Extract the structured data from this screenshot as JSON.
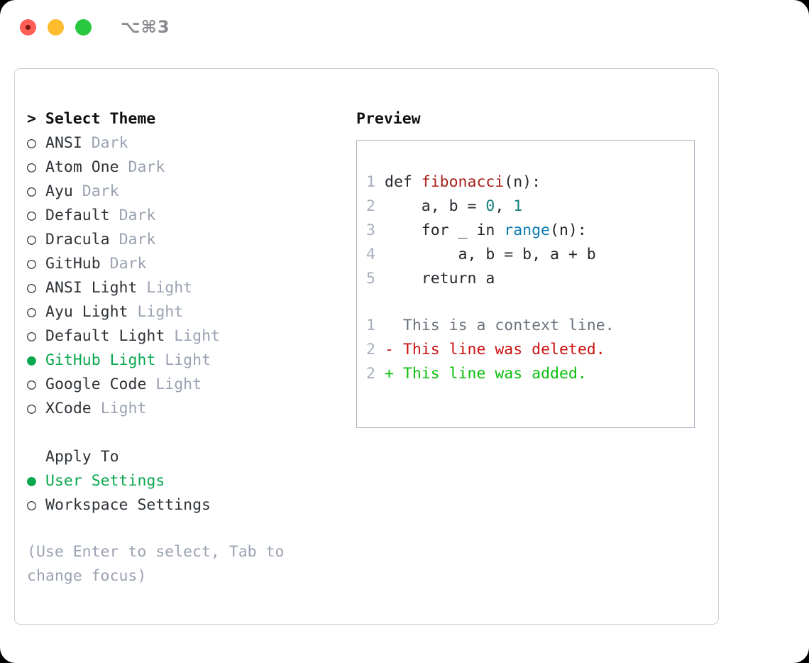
{
  "window": {
    "title_shortcut": "⌥⌘3",
    "traffic_lights": [
      "close",
      "minimize",
      "maximize"
    ]
  },
  "colors": {
    "selected_green": "#09A84E",
    "muted_gray": "#9AA2B1",
    "text": "#2E3338",
    "line_number": "#A6AEBC",
    "diff_delete": "#CC1111",
    "diff_add": "#0ABF0A",
    "diff_context": "#6A737D",
    "panel_border": "#CDD2DA",
    "preview_border": "#A8B0BE"
  },
  "theme_list": {
    "header": "> Select Theme",
    "header_caret": ">",
    "header_label": "Select Theme",
    "bullet_unselected": "○",
    "bullet_selected": "●",
    "items": [
      {
        "bullet": "○",
        "label": "ANSI",
        "tag": "Dark",
        "selected": false
      },
      {
        "bullet": "○",
        "label": "Atom One",
        "tag": "Dark",
        "selected": false
      },
      {
        "bullet": "○",
        "label": "Ayu",
        "tag": "Dark",
        "selected": false
      },
      {
        "bullet": "○",
        "label": "Default",
        "tag": "Dark",
        "selected": false
      },
      {
        "bullet": "○",
        "label": "Dracula",
        "tag": "Dark",
        "selected": false
      },
      {
        "bullet": "○",
        "label": "GitHub",
        "tag": "Dark",
        "selected": false
      },
      {
        "bullet": "○",
        "label": "ANSI Light",
        "tag": "Light",
        "selected": false
      },
      {
        "bullet": "○",
        "label": "Ayu Light",
        "tag": "Light",
        "selected": false
      },
      {
        "bullet": "○",
        "label": "Default Light",
        "tag": "Light",
        "selected": false
      },
      {
        "bullet": "●",
        "label": "GitHub Light",
        "tag": "Light",
        "selected": true
      },
      {
        "bullet": "○",
        "label": "Google Code",
        "tag": "Light",
        "selected": false
      },
      {
        "bullet": "○",
        "label": "XCode",
        "tag": "Light",
        "selected": false
      }
    ]
  },
  "apply_to": {
    "header": "Apply To",
    "items": [
      {
        "bullet": "●",
        "label": "User Settings",
        "selected": true
      },
      {
        "bullet": "○",
        "label": "Workspace Settings",
        "selected": false
      }
    ]
  },
  "hint": "(Use Enter to select, Tab to change focus)",
  "preview": {
    "title": "Preview",
    "code_lines": [
      {
        "number": "1",
        "tokens": [
          {
            "text": "def ",
            "kind": "plain"
          },
          {
            "text": "fibonacci",
            "kind": "fn"
          },
          {
            "text": "(n):",
            "kind": "plain"
          }
        ]
      },
      {
        "number": "2",
        "tokens": [
          {
            "text": "    a, b = ",
            "kind": "plain"
          },
          {
            "text": "0",
            "kind": "num"
          },
          {
            "text": ", ",
            "kind": "plain"
          },
          {
            "text": "1",
            "kind": "num"
          }
        ]
      },
      {
        "number": "3",
        "tokens": [
          {
            "text": "    for _ in ",
            "kind": "plain"
          },
          {
            "text": "range",
            "kind": "call"
          },
          {
            "text": "(n):",
            "kind": "plain"
          }
        ]
      },
      {
        "number": "4",
        "tokens": [
          {
            "text": "        a, b = b, a + b",
            "kind": "plain"
          }
        ]
      },
      {
        "number": "5",
        "tokens": [
          {
            "text": "    return a",
            "kind": "plain"
          }
        ]
      }
    ],
    "diff_lines": [
      {
        "number": "1",
        "marker": " ",
        "text": "This is a context line.",
        "kind": "context"
      },
      {
        "number": "2",
        "marker": "-",
        "text": "This line was deleted.",
        "kind": "delete"
      },
      {
        "number": "2",
        "marker": "+",
        "text": "This line was added.",
        "kind": "add"
      }
    ]
  }
}
